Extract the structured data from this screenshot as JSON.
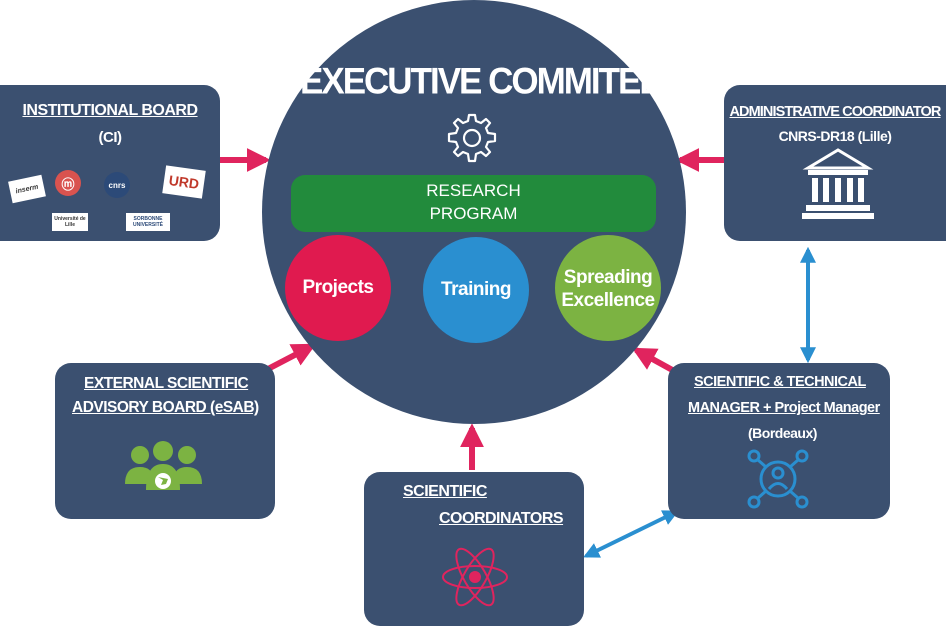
{
  "executive": {
    "title": "EXECUTIVE COMMITEE",
    "research_line1": "RESEARCH",
    "research_line2": "PROGRAM",
    "projects": "Projects",
    "training": "Training",
    "spreading_line1": "Spreading",
    "spreading_line2": "Excellence"
  },
  "institutional": {
    "title": "INSTITUTIONAL BOARD",
    "subtitle": "(CI)",
    "logos": [
      "inserm",
      "ⓜ",
      "cnrs",
      "URD",
      "Université de Lille",
      "SORBONNE UNIVERSITÉ"
    ]
  },
  "admin": {
    "title": "ADMINISTRATIVE COORDINATOR",
    "subtitle": "CNRS-DR18 (Lille)"
  },
  "esab": {
    "line1": "EXTERNAL SCIENTIFIC",
    "line2": "ADVISORY BOARD (eSAB)"
  },
  "stm": {
    "line1": "SCIENTIFIC & TECHNICAL",
    "line2": "MANAGER + Project Manager",
    "line3": "(Bordeaux)"
  },
  "sci": {
    "line1": "SCIENTIFIC",
    "line2": "COORDINATORS"
  },
  "colors": {
    "box": "#3b5070",
    "pink_arrow": "#e0245e",
    "blue_arrow": "#2a8fd0",
    "green_bar": "#228b3c",
    "projects": "#e01a4f",
    "training": "#2a8fd0",
    "spreading": "#7cb342",
    "esab_icon": "#7cb342",
    "stm_icon": "#2a8fd0",
    "atom_icon": "#e0245e"
  },
  "icons": {
    "executive": "gear-icon",
    "admin": "institution-icon",
    "esab": "group-globe-icon",
    "stm": "network-person-icon",
    "sci": "atom-icon"
  }
}
